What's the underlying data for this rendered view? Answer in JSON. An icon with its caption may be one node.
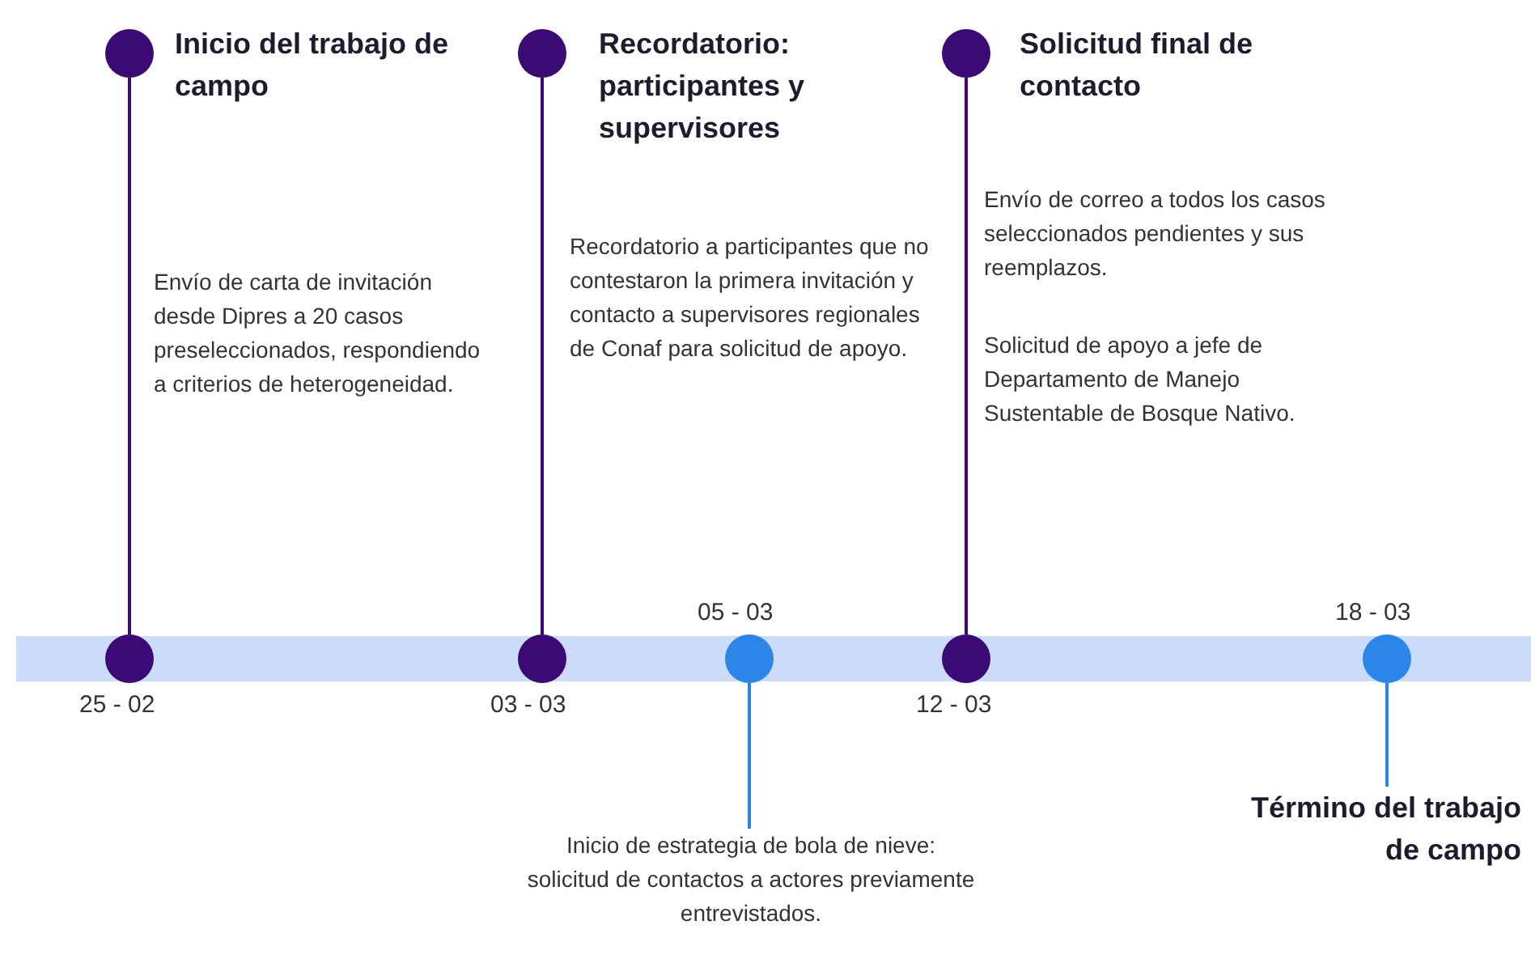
{
  "diagram": {
    "nodes": [
      {
        "text": [],
        "shape": "circle",
        "beside": [
          "Inicio del trabajo de campo"
        ]
      },
      {
        "text": [],
        "shape": "circle",
        "beside": [
          "Recordatorio: participantes y supervisores"
        ]
      },
      {
        "text": [],
        "shape": "circle",
        "beside": [
          "Solicitud final de contacto"
        ]
      },
      {
        "text": [],
        "shape": "circle",
        "beside": [
          "25 - 02"
        ]
      },
      {
        "text": [],
        "shape": "circle",
        "beside": [
          "03 - 03"
        ]
      },
      {
        "text": [],
        "shape": "circle",
        "beside": [
          "05 - 03"
        ]
      },
      {
        "text": [],
        "shape": "circle",
        "beside": [
          "12 - 03"
        ]
      },
      {
        "text": [],
        "shape": "circle",
        "beside": [
          "18 - 03"
        ]
      },
      {
        "text": [
          "Inicio de estrategia de bola de nieve: solicitud de contactos a actores previamente entrevistados."
        ]
      },
      {
        "text": [
          "Término del trabajo de campo"
        ]
      }
    ],
    "edges": [
      {
        "from": 0,
        "to": 3,
        "arrow": "none"
      },
      {
        "from": 1,
        "to": 4,
        "arrow": "none"
      },
      {
        "from": 2,
        "to": 6,
        "arrow": "none"
      },
      {
        "from": 5,
        "to": 8,
        "arrow": "none",
        "color": "#2c86ea"
      },
      {
        "from": 7,
        "to": 9,
        "arrow": "none",
        "color": "#2c86ea"
      }
    ],
    "labels": [
      "Envío de carta de invitación desde Dipres a 20 casos preseleccionados, respondiendo a criterios de heterogeneidad.",
      "Recordatorio a participantes que no contestaron la primera invitación y contacto a supervisores regionales de Conaf para solicitud de apoyo.",
      "Envío de correo a todos los casos seleccionados pendientes y sus reemplazos.",
      "Solicitud de apoyo a jefe de Departamento de Manejo Sustentable de Bosque Nativo."
    ]
  }
}
